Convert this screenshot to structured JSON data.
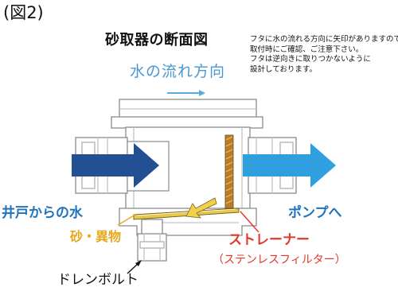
{
  "figure_label": "(図2)",
  "title": "砂取器の断面図",
  "note_lines": [
    "フタに水の流れる方向に矢印がありますので、",
    "取付時にご確認、ご注意下さい。",
    "フタは逆向きに取りつかないように",
    "設計しております。"
  ],
  "flow_direction_label": "水の流れ方向",
  "inlet_label": "井戸からの水",
  "outlet_label": "ポンプへ",
  "sediment_label": "砂・異物",
  "strainer_label": "ストレーナー",
  "strainer_sublabel": "（ステンレスフィルター）",
  "drain_bolt_label": "ドレンボルト",
  "colors": {
    "inlet_arrow": "#244f93",
    "outlet_arrow": "#2f9fe0",
    "flow_arrow": "#5aa8de",
    "sediment_arrow": "#f3d04a",
    "strainer": "#b97d27",
    "label_blue": "#1f73bd",
    "label_red": "#e2382a",
    "label_yellow": "#e8a81c"
  }
}
